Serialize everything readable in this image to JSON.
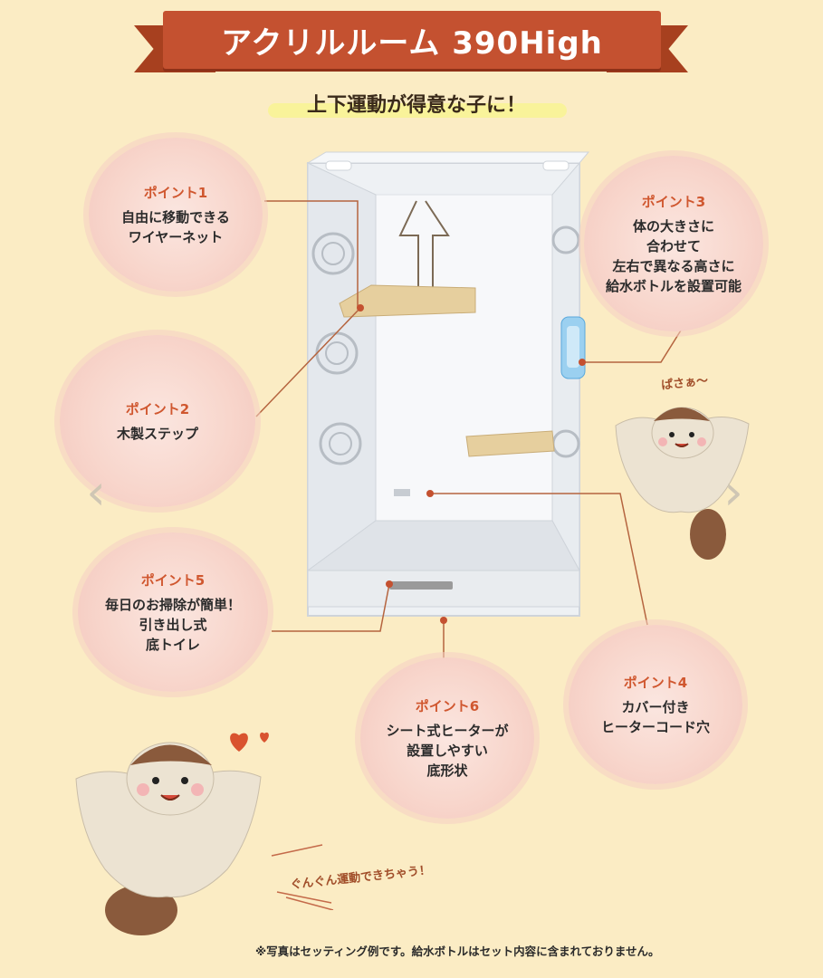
{
  "banner": {
    "title": "アクリルルーム 390High"
  },
  "subtitle": "上下運動が得意な子に！",
  "points": {
    "p1": {
      "title": "ポイント1",
      "body": "自由に移動できる\nワイヤーネット"
    },
    "p2": {
      "title": "ポイント2",
      "body": "木製ステップ"
    },
    "p3": {
      "title": "ポイント3",
      "body": "体の大きさに\n合わせて\n左右で異なる高さに\n給水ボトルを設置可能"
    },
    "p4": {
      "title": "ポイント4",
      "body": "カバー付き\nヒーターコード穴"
    },
    "p5": {
      "title": "ポイント5",
      "body": "毎日のお掃除が簡単！\n引き出し式\n底トイレ"
    },
    "p6": {
      "title": "ポイント6",
      "body": "シート式ヒーターが\n設置しやすい\n底形状"
    }
  },
  "captions": {
    "flutter": "ぱさぁ〜",
    "exercise": "ぐんぐん運動できちゃう！"
  },
  "footnote": "※写真はセッティング例です。給水ボトルはセット内容に含まれておりません。",
  "nav": {
    "prev": "‹",
    "next": "›"
  },
  "colors": {
    "banner": "#c45130",
    "accent": "#d0572f",
    "background": "#fbecc4",
    "line": "#b5643f"
  }
}
